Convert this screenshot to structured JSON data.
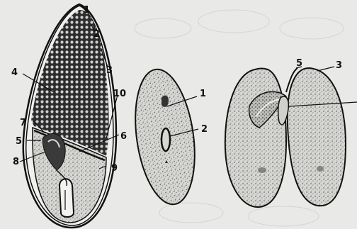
{
  "figure": {
    "panels": [
      {
        "name": "cereal-grain",
        "labels": [
          "1",
          "2",
          "3",
          "4",
          "10",
          "7",
          "6",
          "5",
          "8",
          "9"
        ]
      },
      {
        "name": "bean-seed",
        "labels": [
          "1",
          "2"
        ]
      },
      {
        "name": "opened-bean-seed",
        "labels": [
          "5",
          "3"
        ]
      }
    ]
  }
}
